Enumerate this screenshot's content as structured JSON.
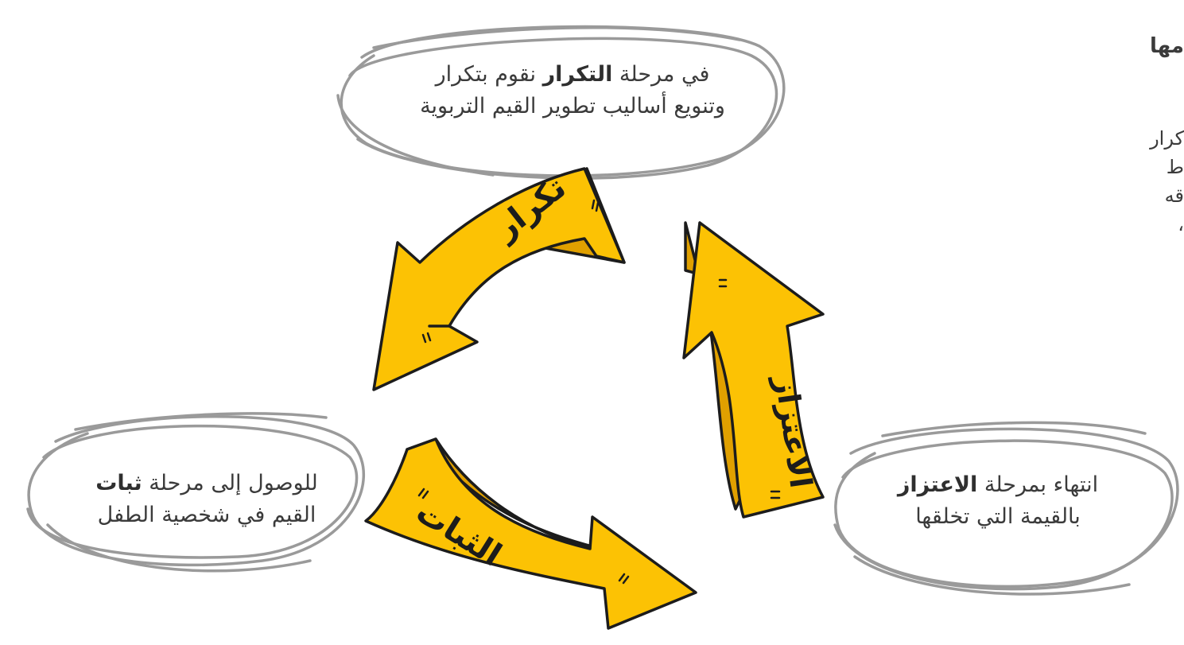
{
  "colors": {
    "arrow_fill": "#fcc204",
    "arrow_shadow": "#e0a000",
    "arrow_outline": "#1c1c1c",
    "bubble_stroke": "#9a9a9a",
    "text": "#3b3b3b"
  },
  "arrows": {
    "repeat": {
      "label": "تكرار"
    },
    "stability": {
      "label": "الثبات"
    },
    "pride": {
      "label": "الاعتزاز"
    }
  },
  "bubbles": {
    "top": {
      "line1_before": "في مرحلة ",
      "line1_bold": "التكرار",
      "line1_after": " نقوم بتكرار",
      "line2": "وتنويع أساليب تطوير القيم التربوية"
    },
    "left": {
      "line1_before": "للوصول إلى مرحلة ",
      "line1_bold": "ثبات",
      "line2": "القيم في شخصية الطفل"
    },
    "right": {
      "line1_before": "انتهاء بمرحلة ",
      "line1_bold": "الاعتزاز",
      "line2": "بالقيمة التي تخلقها"
    }
  },
  "side_fragments": {
    "heading": "مها",
    "lines": [
      "كرار",
      "ط",
      "قه",
      "،"
    ]
  }
}
